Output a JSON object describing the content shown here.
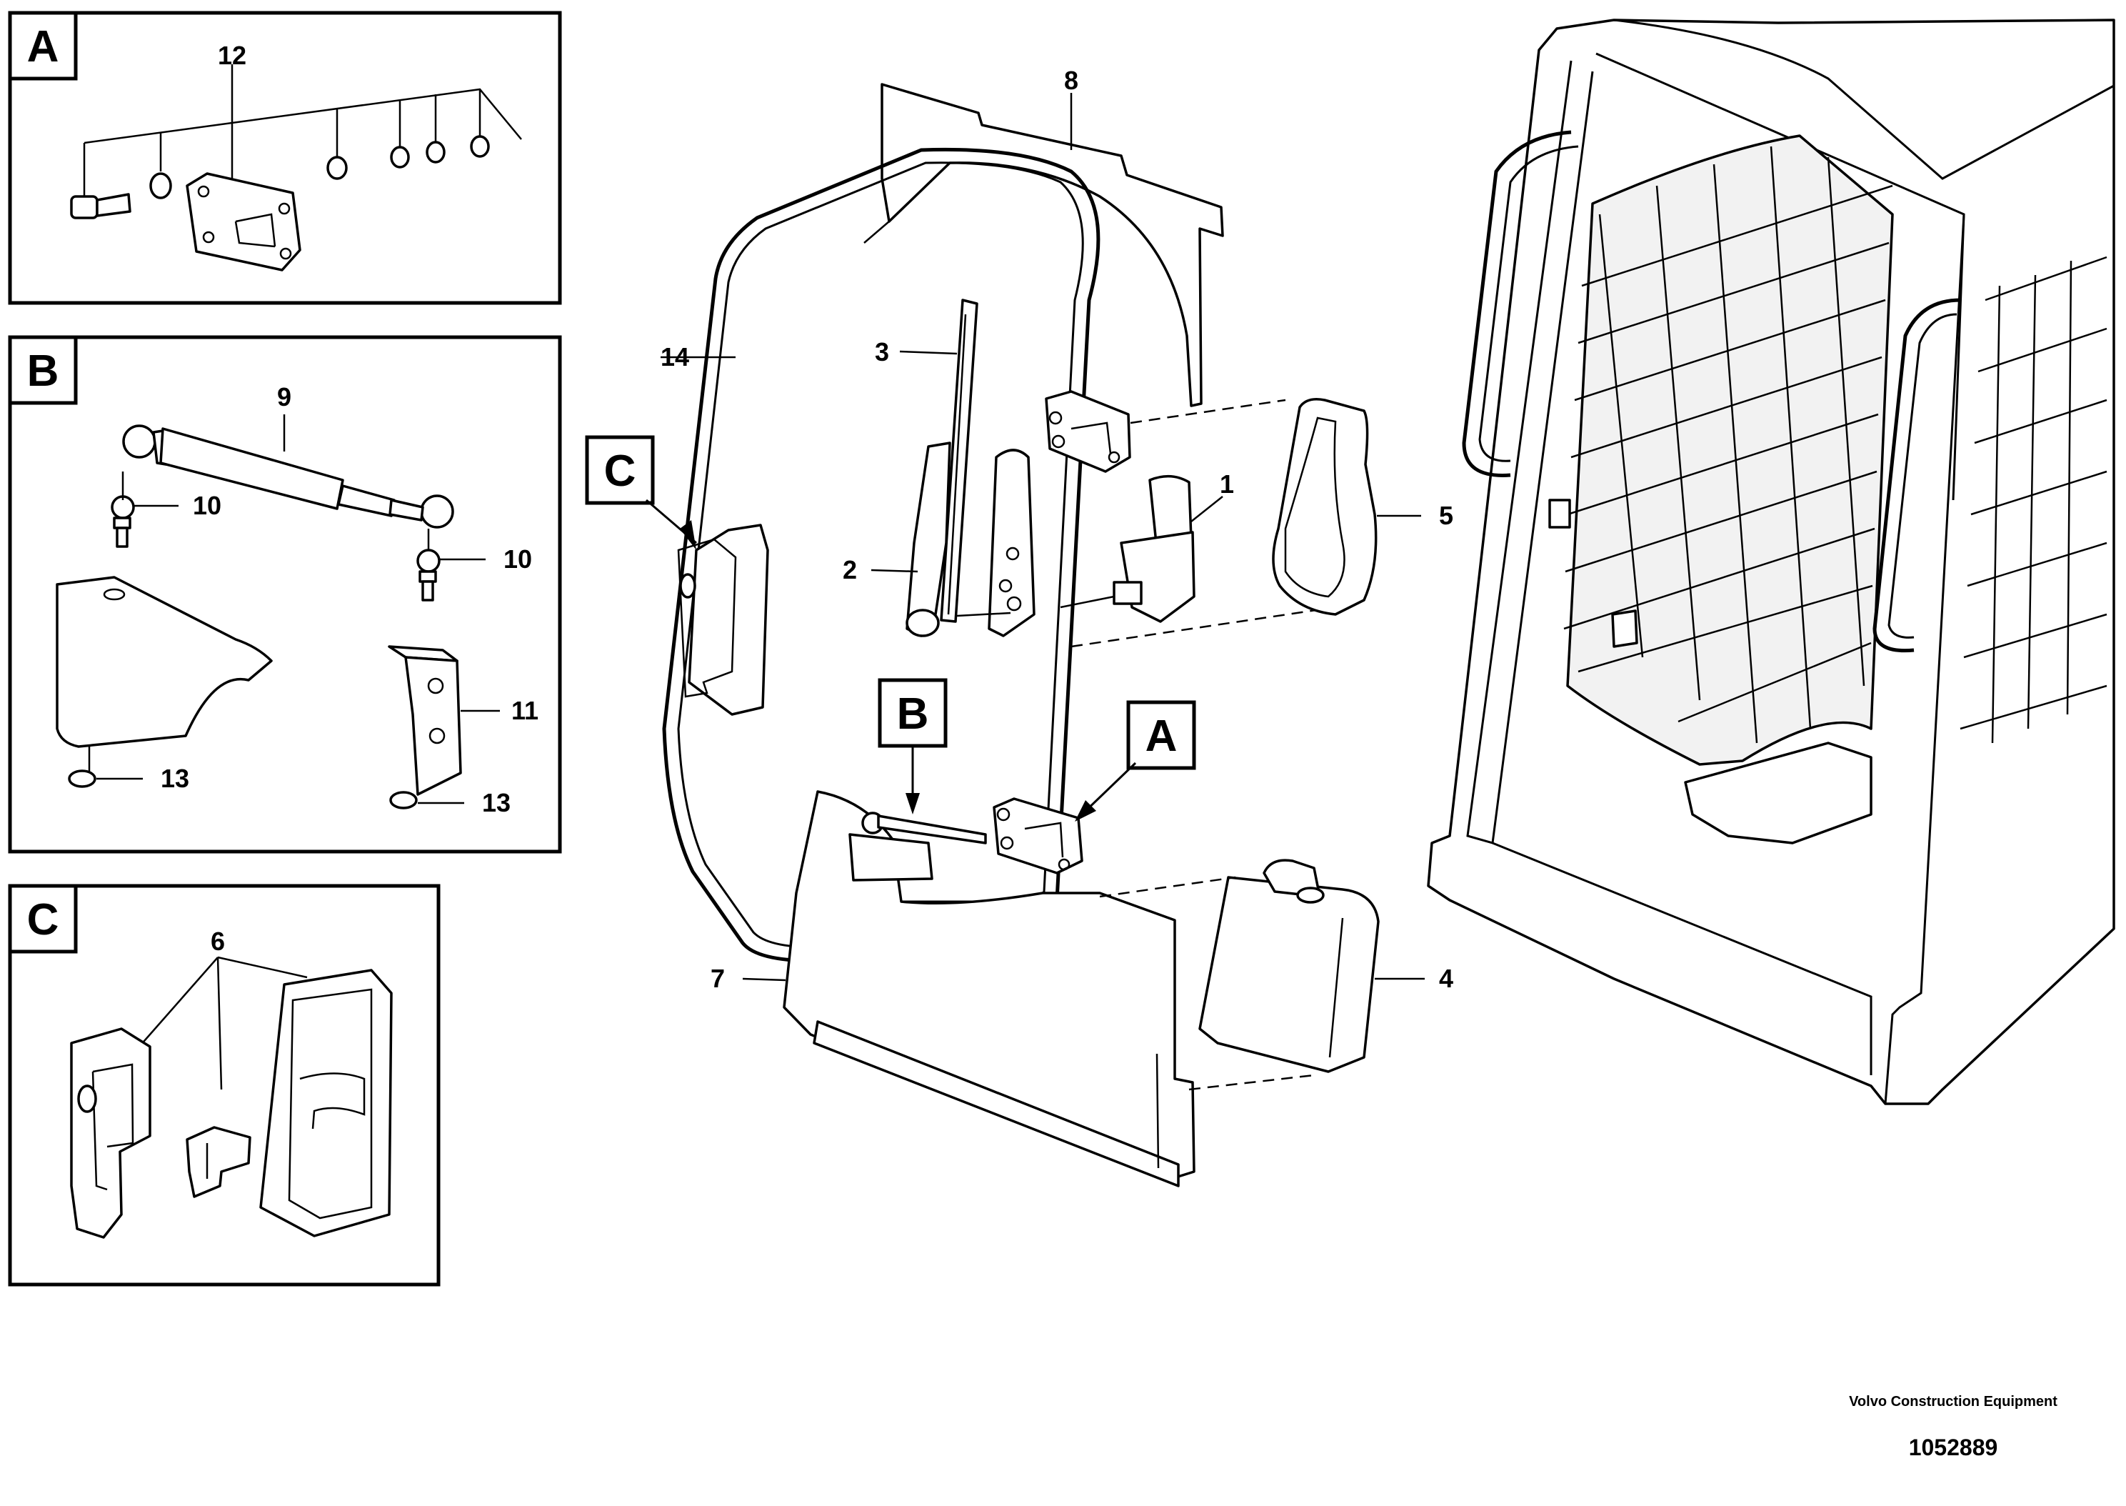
{
  "detail_views": [
    {
      "id": "A",
      "label": "A"
    },
    {
      "id": "B",
      "label": "B"
    },
    {
      "id": "C",
      "label": "C"
    }
  ],
  "main_view_markers": [
    "C",
    "B",
    "A"
  ],
  "callouts": {
    "c1": "1",
    "c2": "2",
    "c3": "3",
    "c4": "4",
    "c5": "5",
    "c6": "6",
    "c7": "7",
    "c8": "8",
    "c9": "9",
    "c10a": "10",
    "c10b": "10",
    "c11": "11",
    "c12": "12",
    "c13a": "13",
    "c13b": "13",
    "c14": "14"
  },
  "credit": {
    "company": "Volvo Construction Equipment",
    "drawing_number": "1052889"
  }
}
